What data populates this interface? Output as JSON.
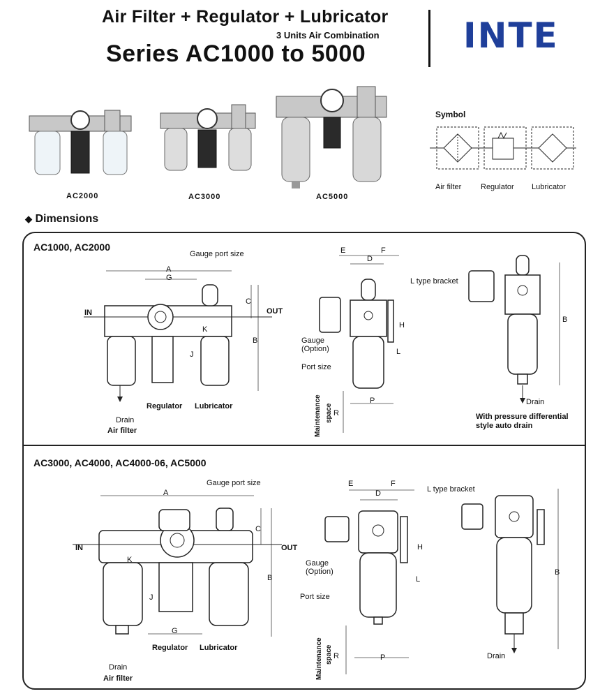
{
  "header": {
    "title": "Air Filter + Regulator + Lubricator",
    "subtitle": "3 Units Air Combination",
    "series": "Series AC1000 to 5000",
    "logo": "INTE",
    "logo_color": "#1f3f9a"
  },
  "products": [
    {
      "label": "AC2000"
    },
    {
      "label": "AC3000"
    },
    {
      "label": "AC5000"
    }
  ],
  "symbol": {
    "title": "Symbol",
    "labels": [
      "Air filter",
      "Regulator",
      "Lubricator"
    ]
  },
  "dimensions_title": "Dimensions",
  "section1": {
    "title": "AC1000, AC2000",
    "gauge_port": "Gauge port size",
    "in": "IN",
    "out": "OUT",
    "dims": {
      "A": "A",
      "G": "G",
      "C": "C",
      "B": "B",
      "K": "K",
      "J": "J",
      "E": "E",
      "F": "F",
      "D": "D",
      "H": "H",
      "L": "L",
      "P": "P",
      "R": "R"
    },
    "drain": "Drain",
    "air_filter": "Air filter",
    "regulator": "Regulator",
    "lubricator": "Lubricator",
    "l_bracket": "L type bracket",
    "gauge": "Gauge",
    "option": "(Option)",
    "port_size": "Port size",
    "maintenance": "Maintenance",
    "space": "space",
    "auto_drain_1": "With pressure differential",
    "auto_drain_2": "style auto drain"
  },
  "section2": {
    "title": "AC3000, AC4000, AC4000-06, AC5000",
    "gauge_port": "Gauge port size",
    "in": "IN",
    "out": "OUT",
    "drain": "Drain",
    "air_filter": "Air filter",
    "regulator": "Regulator",
    "lubricator": "Lubricator",
    "l_bracket": "L type bracket",
    "gauge": "Gauge",
    "option": "(Option)",
    "port_size": "Port size",
    "maintenance": "Maintenance",
    "space": "space"
  }
}
